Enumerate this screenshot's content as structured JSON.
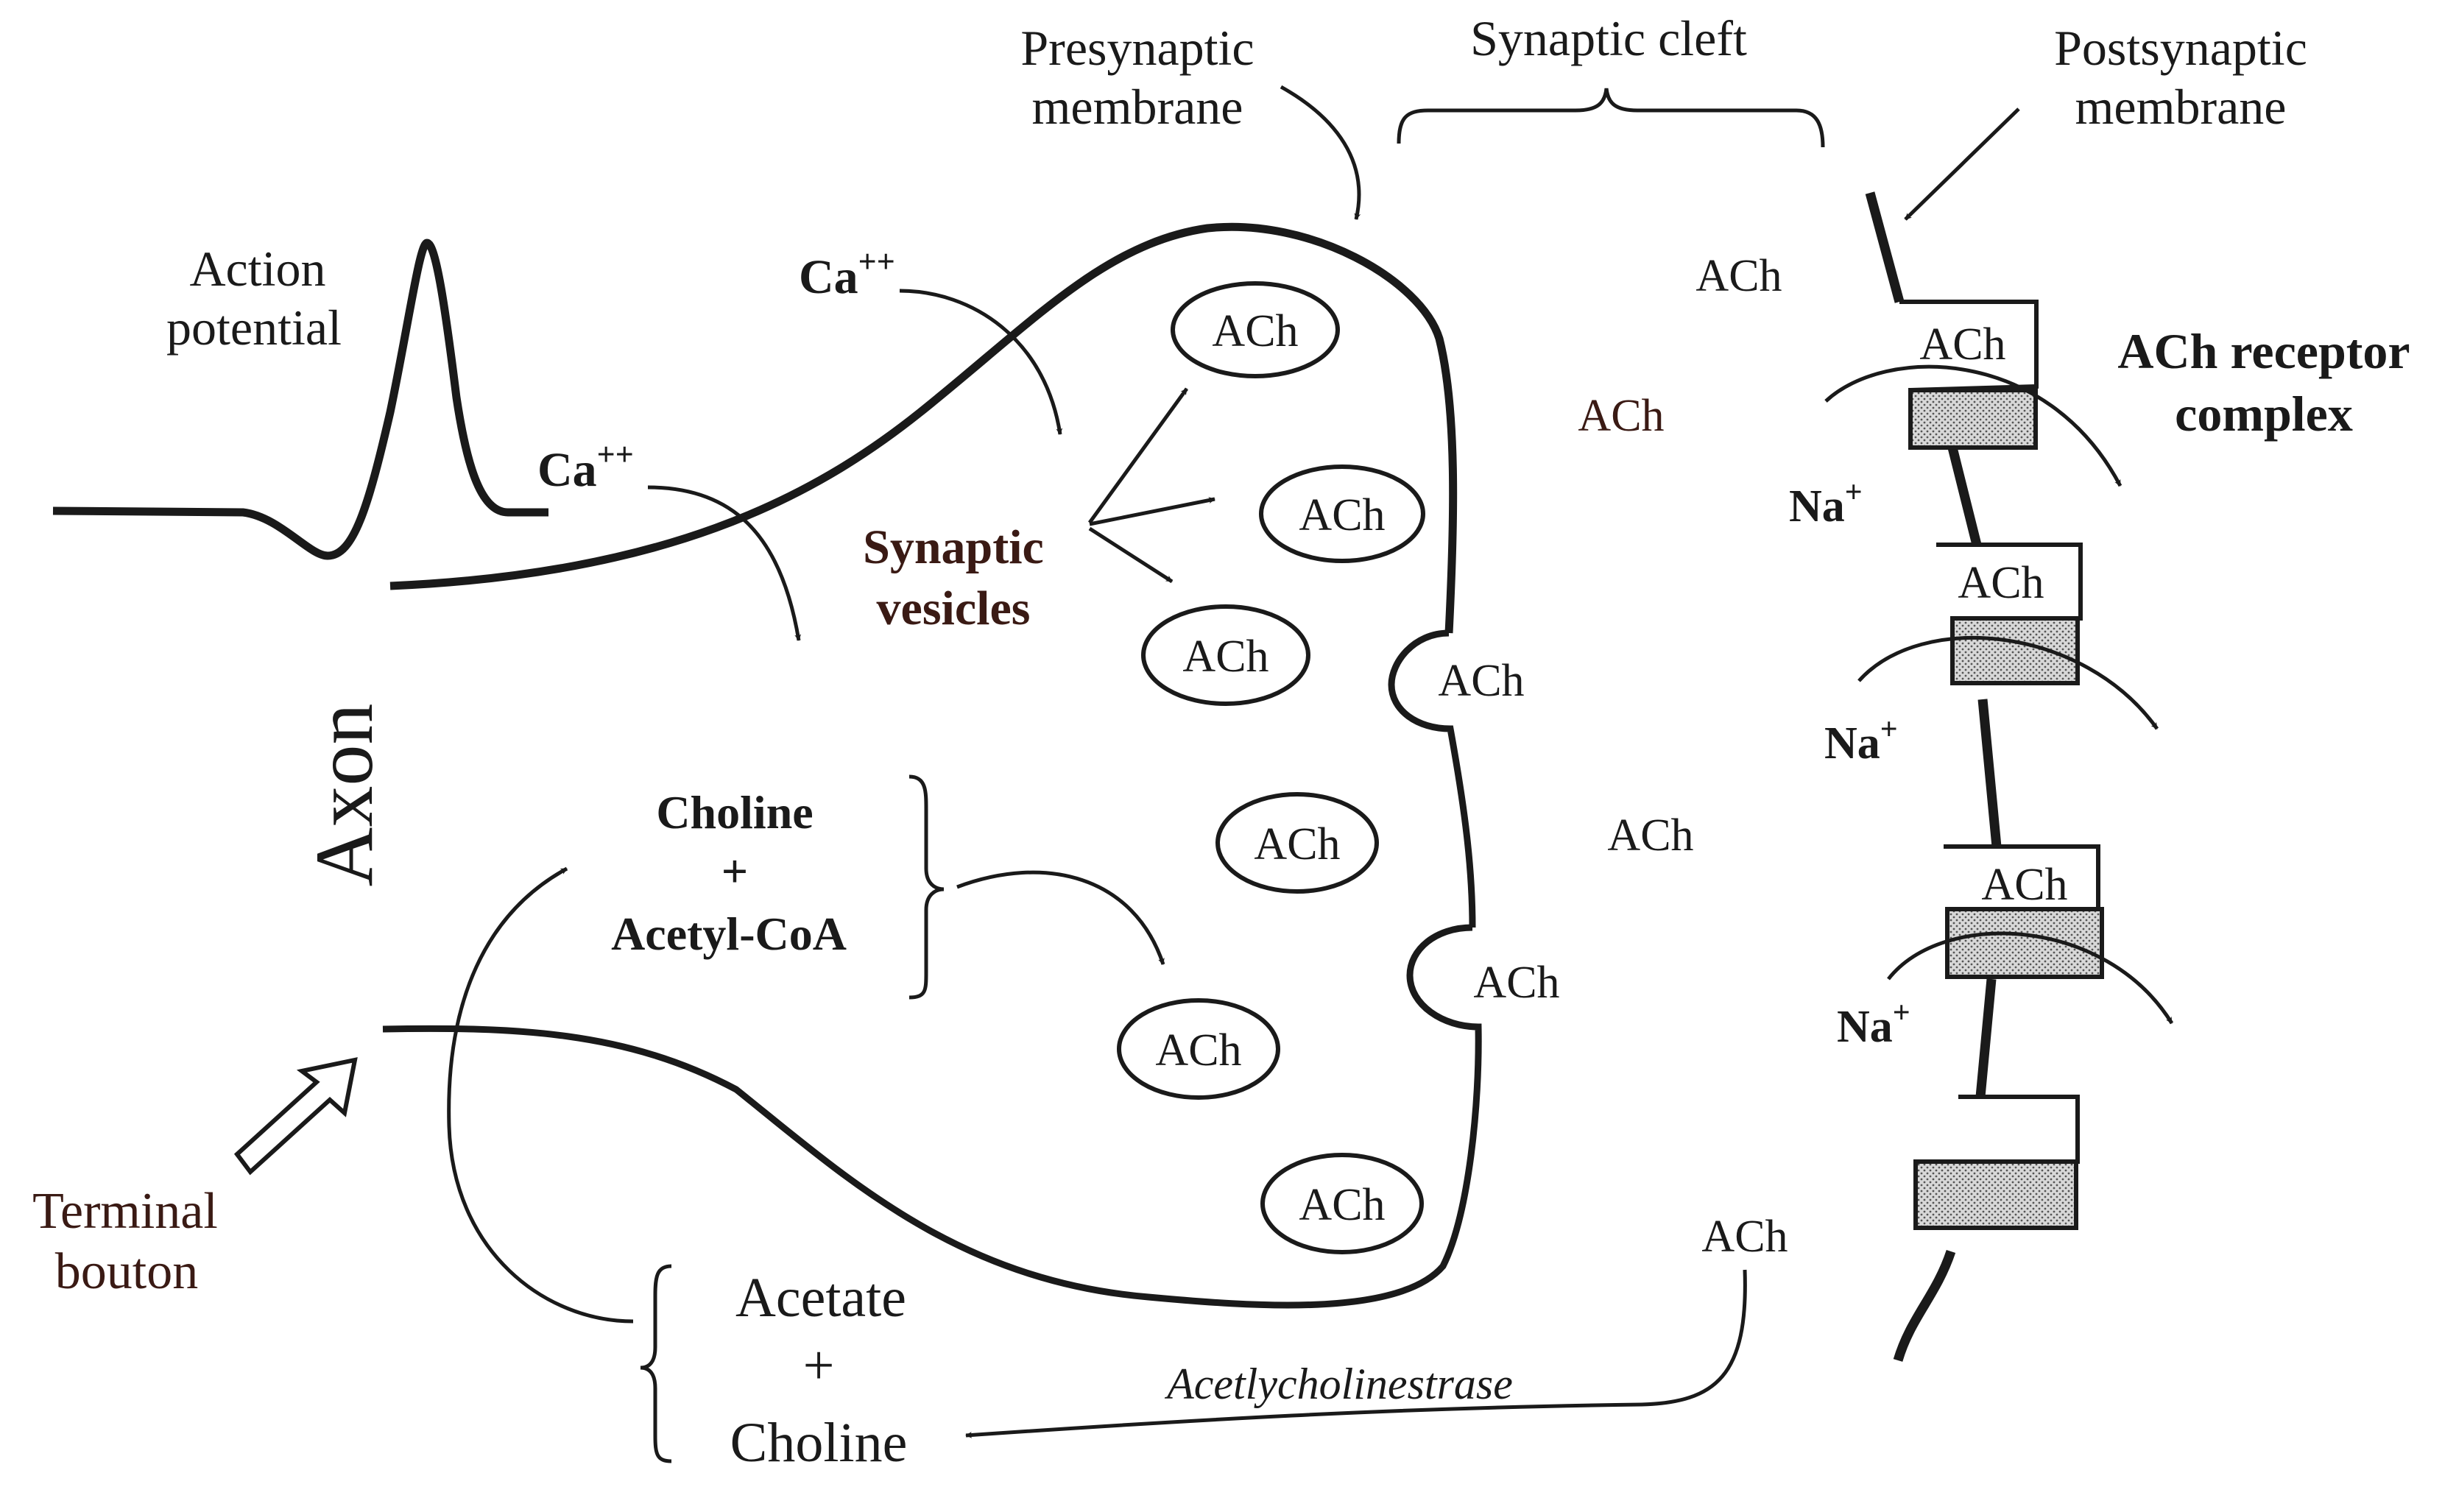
{
  "labels": {
    "presynaptic_membrane": [
      "Presynaptic",
      "membrane"
    ],
    "synaptic_cleft": "Synaptic cleft",
    "postsynaptic_membrane": [
      "Postsynaptic",
      "membrane"
    ],
    "action_potential": [
      "Action",
      "potential"
    ],
    "ca_ion": "Ca",
    "ca_superscript": "++",
    "synaptic_vesicles": [
      "Synaptic",
      "vesicles"
    ],
    "axon": "Axon",
    "choline_acetylcoa": [
      "Choline",
      "+",
      "Acetyl-CoA"
    ],
    "terminal_bouton": [
      "Terminal",
      "bouton"
    ],
    "acetate_choline": [
      "Acetate",
      "+",
      "Choline"
    ],
    "enzyme": "Acetlycholinestrase",
    "receptor_complex": [
      "ACh receptor",
      "complex"
    ],
    "na_ion": "Na",
    "na_superscript": "+",
    "ach": "ACh"
  },
  "colors": {
    "ink": "#1a1a1a",
    "brown_text": "#3a1a14",
    "channel_fill": "#c8c8c8"
  },
  "icons": {
    "open_arrow": "hollow-arrow-icon"
  }
}
